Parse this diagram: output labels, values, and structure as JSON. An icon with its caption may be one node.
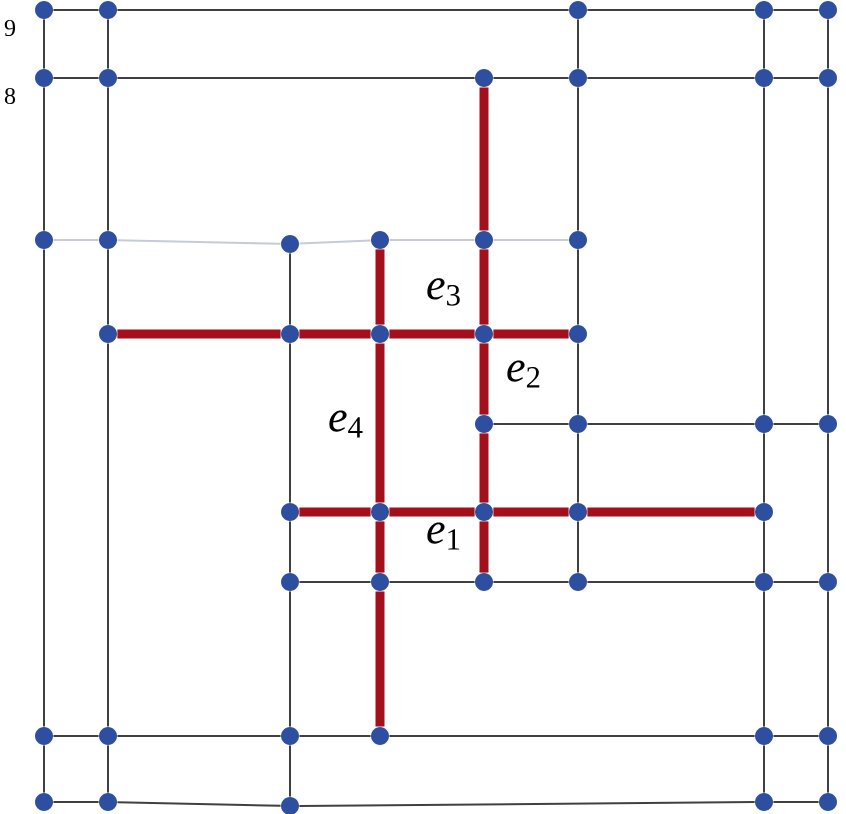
{
  "diagram": {
    "nodes": [
      {
        "text": [],
        "shape": "circle"
      },
      {
        "text": [],
        "shape": "circle"
      },
      {
        "text": [],
        "shape": "circle"
      },
      {
        "text": [],
        "shape": "circle"
      },
      {
        "text": [],
        "shape": "circle"
      },
      {
        "text": [],
        "shape": "circle"
      },
      {
        "text": [],
        "shape": "circle"
      },
      {
        "text": [],
        "shape": "circle"
      },
      {
        "text": [],
        "shape": "circle"
      },
      {
        "text": [],
        "shape": "circle"
      },
      {
        "text": [],
        "shape": "circle"
      },
      {
        "text": [],
        "shape": "circle"
      },
      {
        "text": [],
        "shape": "circle"
      },
      {
        "text": [],
        "shape": "circle"
      },
      {
        "text": [],
        "shape": "circle"
      },
      {
        "text": [],
        "shape": "circle"
      },
      {
        "text": [],
        "shape": "circle"
      },
      {
        "text": [],
        "shape": "circle"
      },
      {
        "text": [],
        "shape": "circle"
      },
      {
        "text": [],
        "shape": "circle"
      },
      {
        "text": [],
        "shape": "circle"
      },
      {
        "text": [],
        "shape": "circle"
      },
      {
        "text": [],
        "shape": "circle"
      },
      {
        "text": [],
        "shape": "circle"
      },
      {
        "text": [],
        "shape": "circle"
      },
      {
        "text": [],
        "shape": "circle"
      },
      {
        "text": [],
        "shape": "circle"
      },
      {
        "text": [],
        "shape": "circle"
      },
      {
        "text": [],
        "shape": "circle"
      },
      {
        "text": [],
        "shape": "circle"
      },
      {
        "text": [],
        "shape": "circle"
      },
      {
        "text": [],
        "shape": "circle"
      },
      {
        "text": [],
        "shape": "circle"
      },
      {
        "text": [],
        "shape": "circle"
      },
      {
        "text": [],
        "shape": "circle"
      },
      {
        "text": [],
        "shape": "circle"
      },
      {
        "text": [],
        "shape": "circle"
      },
      {
        "text": [],
        "shape": "circle"
      },
      {
        "text": [],
        "shape": "circle"
      },
      {
        "text": [],
        "shape": "circle"
      },
      {
        "text": [],
        "shape": "circle"
      },
      {
        "text": [],
        "shape": "circle"
      },
      {
        "text": [],
        "shape": "circle"
      },
      {
        "text": [],
        "shape": "circle"
      },
      {
        "text": [],
        "shape": "circle"
      },
      {
        "text": [],
        "shape": "circle"
      },
      {
        "text": [],
        "shape": "circle"
      },
      {
        "text": [],
        "shape": "circle"
      }
    ],
    "edges": [
      {
        "from": 0,
        "to": 1,
        "arrow": "none"
      },
      {
        "from": 1,
        "to": 2,
        "arrow": "none"
      },
      {
        "from": 2,
        "to": 3,
        "arrow": "none"
      },
      {
        "from": 3,
        "to": 4,
        "arrow": "none"
      },
      {
        "from": 5,
        "to": 6,
        "arrow": "none"
      },
      {
        "from": 6,
        "to": 7,
        "arrow": "none"
      },
      {
        "from": 7,
        "to": 8,
        "arrow": "none"
      },
      {
        "from": 8,
        "to": 9,
        "arrow": "none"
      },
      {
        "from": 9,
        "to": 10,
        "arrow": "none"
      },
      {
        "from": 11,
        "to": 12,
        "arrow": "none",
        "color": "#c5ccd8"
      },
      {
        "from": 12,
        "to": 13,
        "arrow": "none",
        "color": "#c5ccd8"
      },
      {
        "from": 13,
        "to": 14,
        "arrow": "none",
        "color": "#c5ccd8"
      },
      {
        "from": 14,
        "to": 15,
        "arrow": "none",
        "color": "#c5ccd8"
      },
      {
        "from": 15,
        "to": 16,
        "arrow": "none",
        "color": "#c5ccd8"
      },
      {
        "from": 17,
        "to": 18,
        "arrow": "none",
        "style": "thick",
        "color": "#a30f1a"
      },
      {
        "from": 18,
        "to": 19,
        "arrow": "none",
        "style": "thick",
        "color": "#a30f1a"
      },
      {
        "from": 19,
        "to": 20,
        "arrow": "none",
        "style": "thick",
        "color": "#a30f1a"
      },
      {
        "from": 20,
        "to": 21,
        "arrow": "none",
        "style": "thick",
        "color": "#a30f1a"
      },
      {
        "from": 22,
        "to": 23,
        "arrow": "none"
      },
      {
        "from": 23,
        "to": 24,
        "arrow": "none"
      },
      {
        "from": 24,
        "to": 25,
        "arrow": "none"
      },
      {
        "from": 26,
        "to": 27,
        "arrow": "none",
        "style": "thick",
        "color": "#a30f1a"
      },
      {
        "from": 27,
        "to": 28,
        "arrow": "none",
        "style": "thick",
        "color": "#a30f1a"
      },
      {
        "from": 28,
        "to": 29,
        "arrow": "none",
        "style": "thick",
        "color": "#a30f1a"
      },
      {
        "from": 29,
        "to": 30,
        "arrow": "none",
        "style": "thick",
        "color": "#a30f1a"
      },
      {
        "from": 31,
        "to": 32,
        "arrow": "none"
      },
      {
        "from": 32,
        "to": 33,
        "arrow": "none"
      },
      {
        "from": 33,
        "to": 34,
        "arrow": "none"
      },
      {
        "from": 34,
        "to": 35,
        "arrow": "none"
      },
      {
        "from": 35,
        "to": 36,
        "arrow": "none"
      },
      {
        "from": 37,
        "to": 38,
        "arrow": "none"
      },
      {
        "from": 38,
        "to": 39,
        "arrow": "none"
      },
      {
        "from": 39,
        "to": 40,
        "arrow": "none"
      },
      {
        "from": 40,
        "to": 41,
        "arrow": "none"
      },
      {
        "from": 41,
        "to": 42,
        "arrow": "none"
      },
      {
        "from": 43,
        "to": 44,
        "arrow": "none"
      },
      {
        "from": 44,
        "to": 45,
        "arrow": "none"
      },
      {
        "from": 45,
        "to": 46,
        "arrow": "none"
      },
      {
        "from": 46,
        "to": 47,
        "arrow": "none"
      },
      {
        "from": 0,
        "to": 5,
        "arrow": "none"
      },
      {
        "from": 5,
        "to": 11,
        "arrow": "none"
      },
      {
        "from": 11,
        "to": 37,
        "arrow": "none"
      },
      {
        "from": 37,
        "to": 43,
        "arrow": "none"
      },
      {
        "from": 1,
        "to": 6,
        "arrow": "none"
      },
      {
        "from": 6,
        "to": 12,
        "arrow": "none"
      },
      {
        "from": 12,
        "to": 17,
        "arrow": "none"
      },
      {
        "from": 17,
        "to": 38,
        "arrow": "none"
      },
      {
        "from": 38,
        "to": 44,
        "arrow": "none"
      },
      {
        "from": 13,
        "to": 18,
        "arrow": "none"
      },
      {
        "from": 18,
        "to": 26,
        "arrow": "none"
      },
      {
        "from": 26,
        "to": 31,
        "arrow": "none"
      },
      {
        "from": 31,
        "to": 39,
        "arrow": "none"
      },
      {
        "from": 39,
        "to": 45,
        "arrow": "none"
      },
      {
        "from": 14,
        "to": 19,
        "arrow": "none",
        "style": "thick",
        "color": "#a30f1a"
      },
      {
        "from": 19,
        "to": 27,
        "arrow": "none",
        "style": "thick",
        "color": "#a30f1a"
      },
      {
        "from": 27,
        "to": 32,
        "arrow": "none",
        "style": "thick",
        "color": "#a30f1a"
      },
      {
        "from": 32,
        "to": 40,
        "arrow": "none",
        "style": "thick",
        "color": "#a30f1a"
      },
      {
        "from": 7,
        "to": 15,
        "arrow": "none",
        "style": "thick",
        "color": "#a30f1a"
      },
      {
        "from": 15,
        "to": 20,
        "arrow": "none",
        "style": "thick",
        "color": "#a30f1a"
      },
      {
        "from": 20,
        "to": 22,
        "arrow": "none",
        "style": "thick",
        "color": "#a30f1a"
      },
      {
        "from": 22,
        "to": 28,
        "arrow": "none",
        "style": "thick",
        "color": "#a30f1a"
      },
      {
        "from": 28,
        "to": 33,
        "arrow": "none",
        "style": "thick",
        "color": "#a30f1a"
      },
      {
        "from": 2,
        "to": 8,
        "arrow": "none"
      },
      {
        "from": 8,
        "to": 16,
        "arrow": "none"
      },
      {
        "from": 16,
        "to": 21,
        "arrow": "none"
      },
      {
        "from": 21,
        "to": 23,
        "arrow": "none"
      },
      {
        "from": 23,
        "to": 29,
        "arrow": "none"
      },
      {
        "from": 29,
        "to": 34,
        "arrow": "none"
      },
      {
        "from": 3,
        "to": 9,
        "arrow": "none"
      },
      {
        "from": 9,
        "to": 24,
        "arrow": "none"
      },
      {
        "from": 24,
        "to": 30,
        "arrow": "none"
      },
      {
        "from": 30,
        "to": 35,
        "arrow": "none"
      },
      {
        "from": 35,
        "to": 41,
        "arrow": "none"
      },
      {
        "from": 41,
        "to": 46,
        "arrow": "none"
      },
      {
        "from": 4,
        "to": 10,
        "arrow": "none"
      },
      {
        "from": 10,
        "to": 25,
        "arrow": "none"
      },
      {
        "from": 25,
        "to": 36,
        "arrow": "none"
      },
      {
        "from": 36,
        "to": 42,
        "arrow": "none"
      },
      {
        "from": 42,
        "to": 47,
        "arrow": "none"
      }
    ],
    "labels": [
      "9",
      "8",
      "*e*$_{3}$",
      "*e*$_{2}$",
      "*e*$_{4}$",
      "*e*$_{1}$"
    ]
  }
}
